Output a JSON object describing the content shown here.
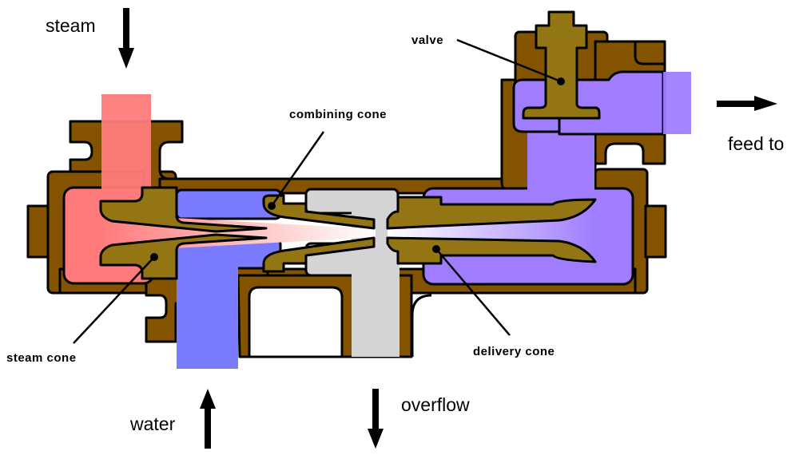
{
  "labels": {
    "steam": "steam",
    "water": "water",
    "overflow": "overflow",
    "feed_to": "feed to",
    "valve": "valve",
    "combining_cone": "combining cone",
    "steam_cone": "steam cone",
    "delivery_cone": "delivery cone"
  },
  "colors": {
    "body": "#845300",
    "cone": "#947514",
    "steam": "#ff7b7b",
    "water": "#7b7bff",
    "feed": "#a07dff",
    "overflow": "#d4d4d4"
  }
}
